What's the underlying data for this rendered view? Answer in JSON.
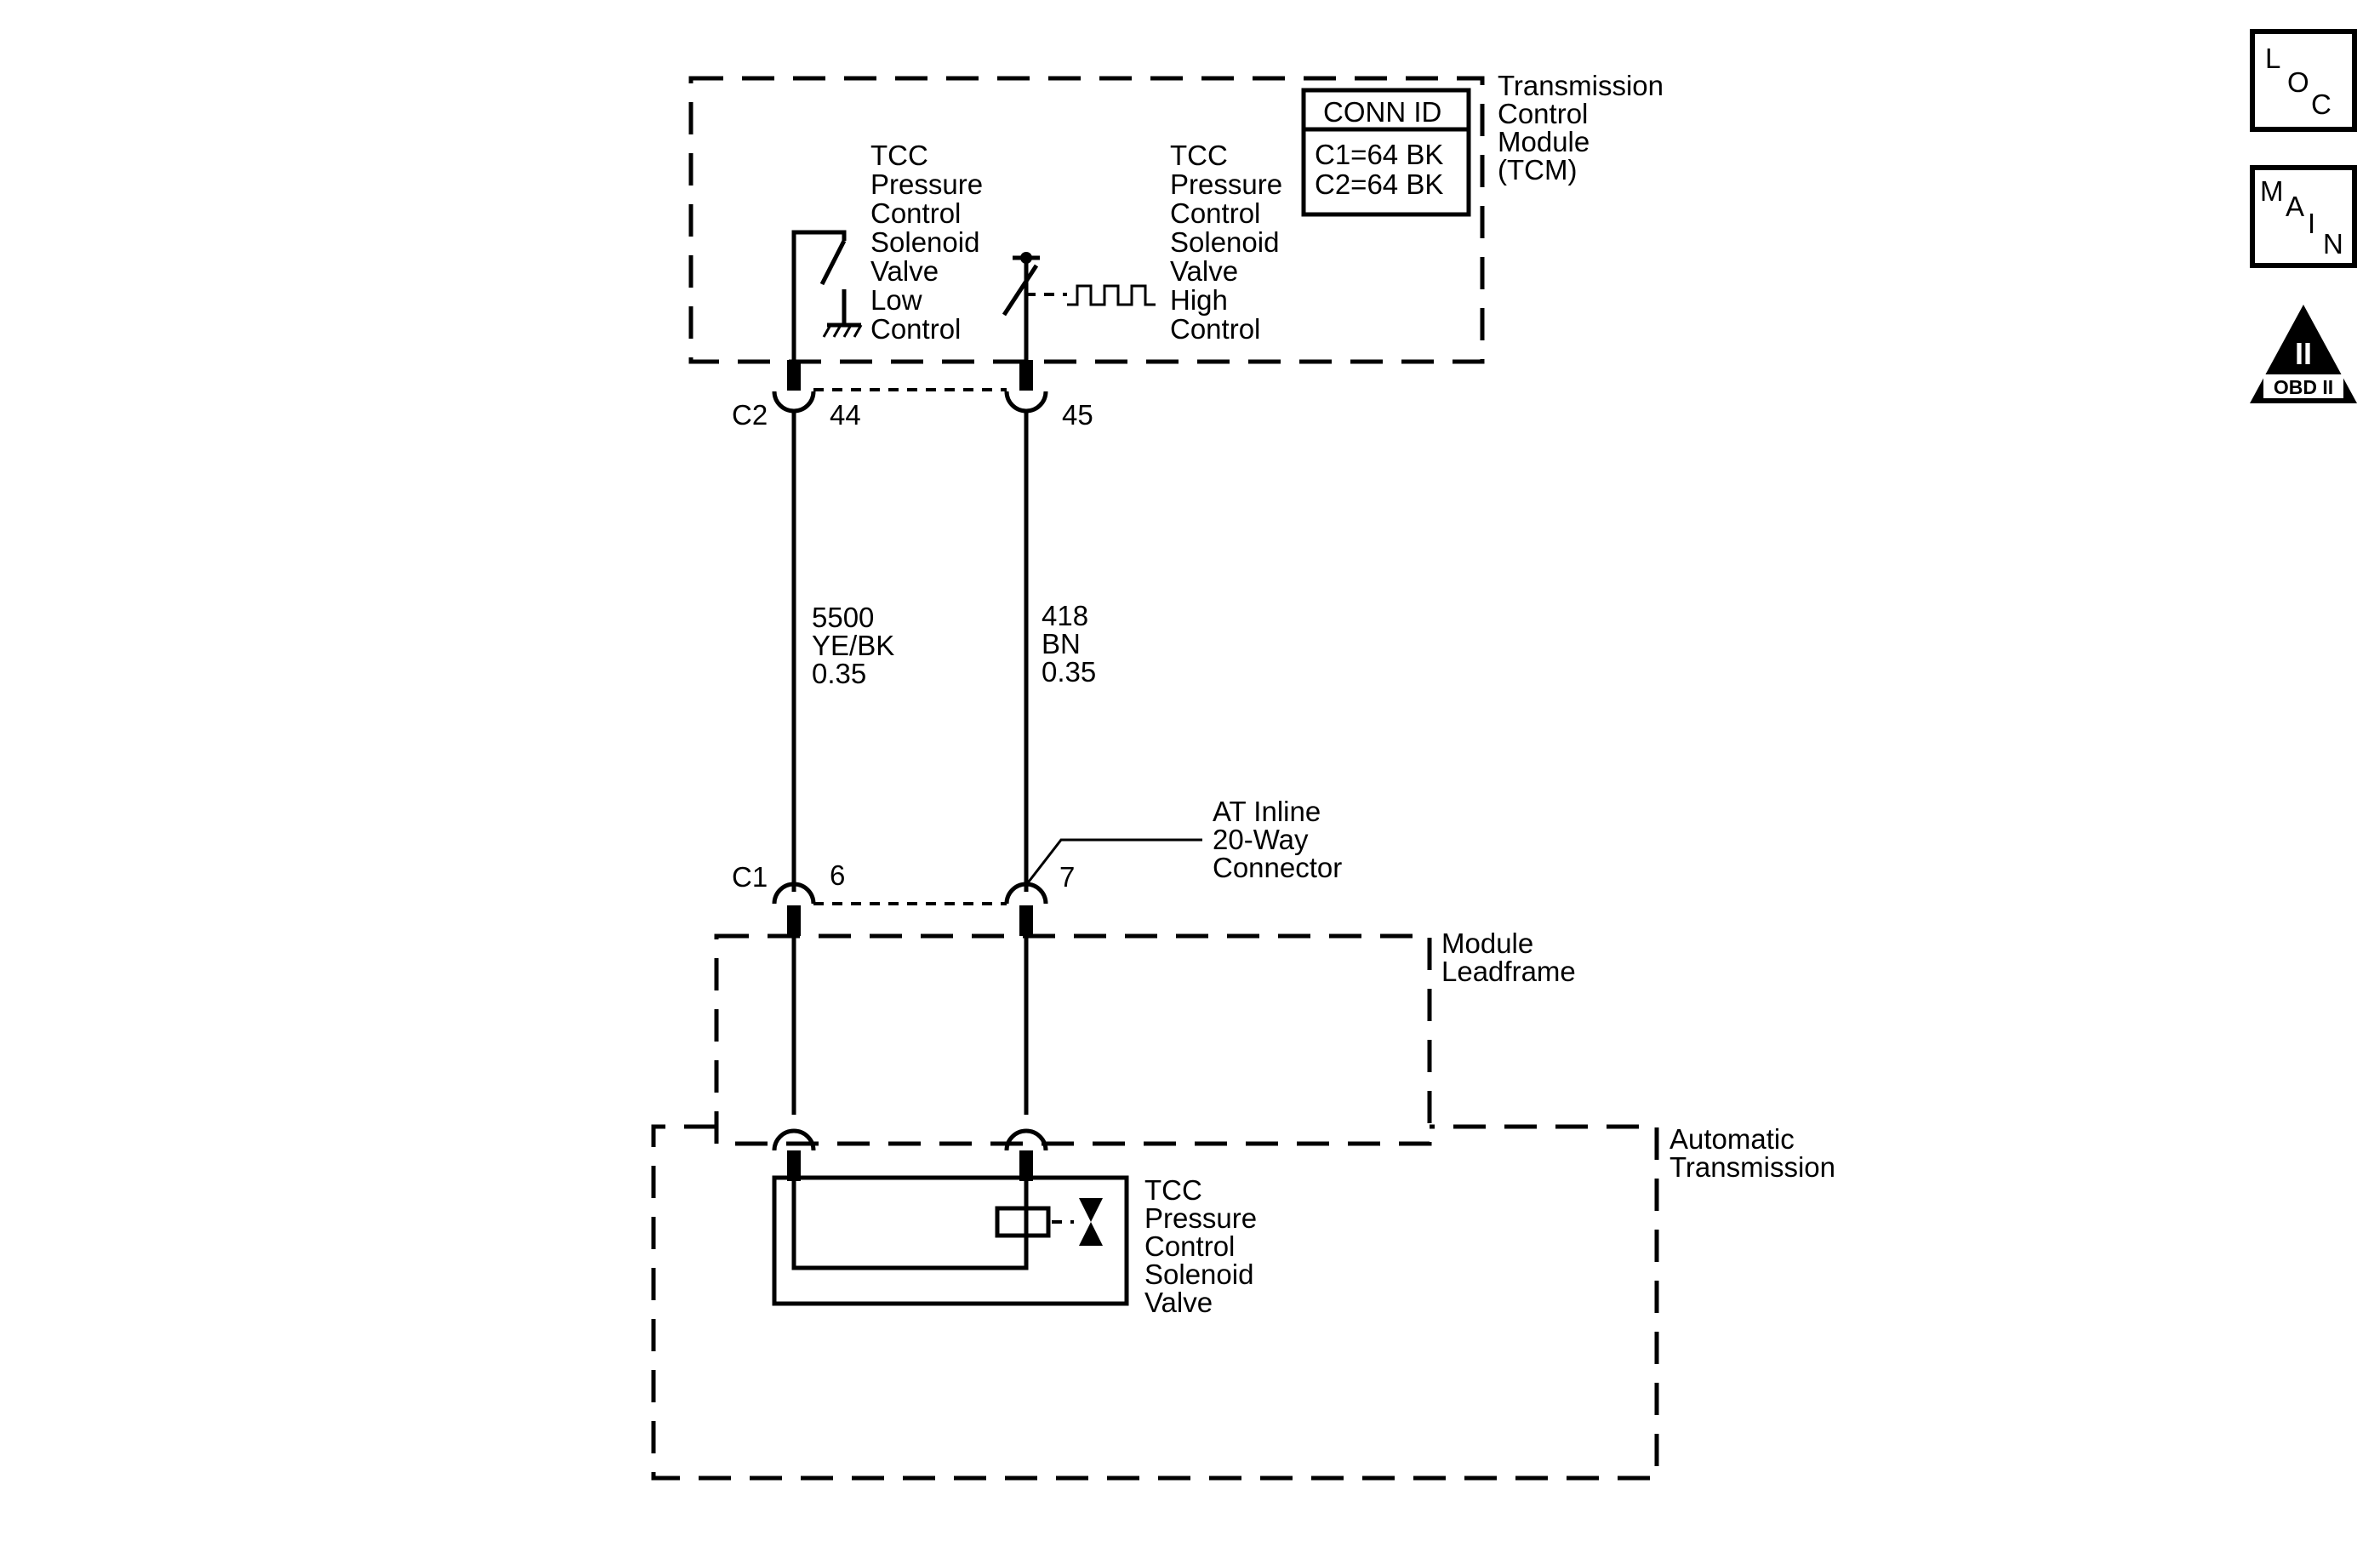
{
  "tcm": {
    "label_lines": [
      "Transmission",
      "Control",
      "Module",
      "(TCM)"
    ],
    "conn_id": {
      "title": "CONN ID",
      "lines": [
        "C1=64 BK",
        "C2=64 BK"
      ]
    },
    "low_label_lines": [
      "TCC",
      "Pressure",
      "Control",
      "Solenoid",
      "Valve",
      "Low",
      "Control"
    ],
    "high_label_lines": [
      "TCC",
      "Pressure",
      "Control",
      "Solenoid",
      "Valve",
      "High",
      "Control"
    ]
  },
  "connectors": {
    "c2": {
      "name": "C2",
      "pin_left": "44",
      "pin_right": "45"
    },
    "c1": {
      "name": "C1",
      "pin_left": "6",
      "pin_right": "7"
    }
  },
  "wires": {
    "left": {
      "lines": [
        "5500",
        "YE/BK",
        "0.35"
      ]
    },
    "right": {
      "lines": [
        "418",
        "BN",
        "0.35"
      ]
    }
  },
  "inline_connector": {
    "lines": [
      "AT Inline",
      "20-Way",
      "Connector"
    ]
  },
  "leadframe": {
    "lines": [
      "Module",
      "Leadframe"
    ]
  },
  "transmission": {
    "lines": [
      "Automatic",
      "Transmission"
    ]
  },
  "solenoid": {
    "lines": [
      "TCC",
      "Pressure",
      "Control",
      "Solenoid",
      "Valve"
    ]
  },
  "badges": {
    "loc": {
      "chars": [
        "L",
        "O",
        "C"
      ]
    },
    "main": {
      "chars": [
        "M",
        "A",
        "I",
        "N"
      ]
    },
    "obd": {
      "roman": "II",
      "label": "OBD II"
    }
  }
}
